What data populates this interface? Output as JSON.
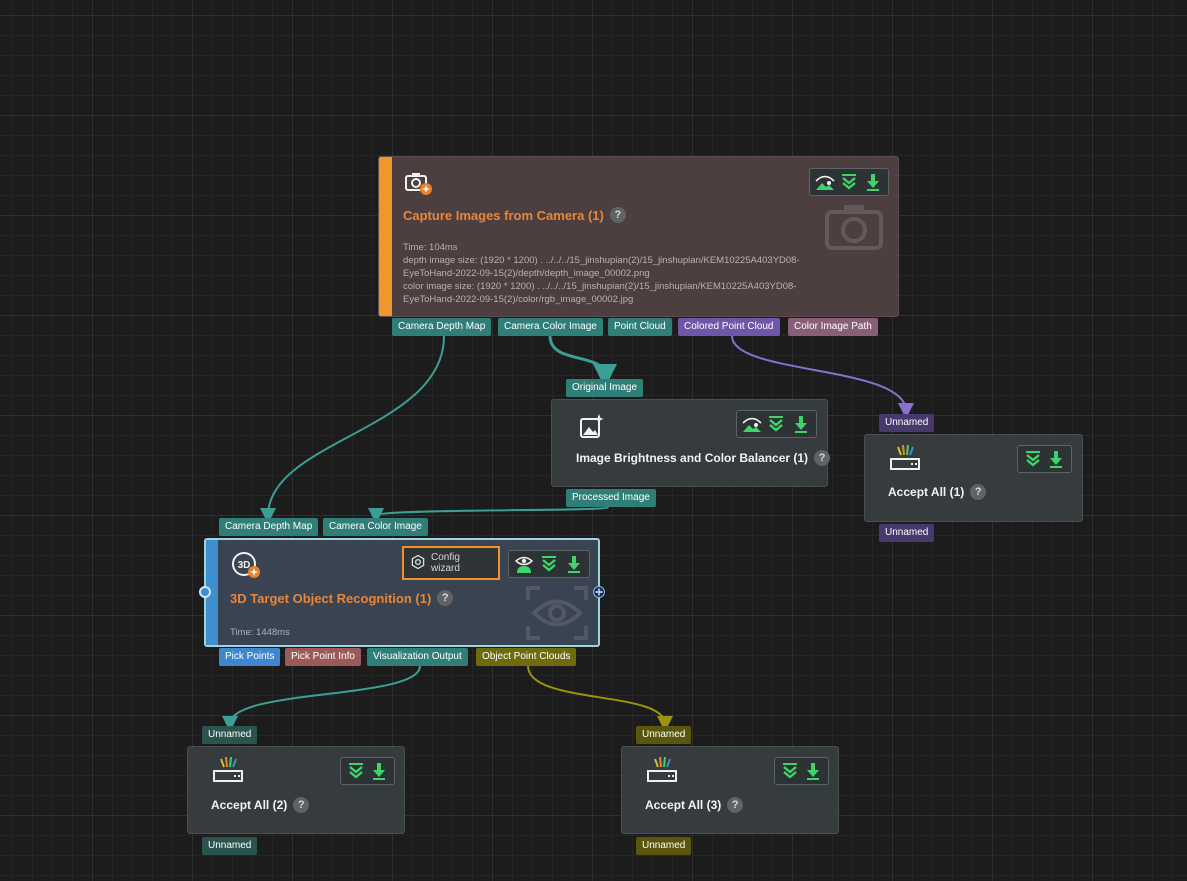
{
  "nodes": {
    "capture": {
      "title": "Capture Images from Camera (1)",
      "time": "Time: 104ms",
      "depth_line1": "depth image size: (1920 * 1200) . ../../../15_jinshupian(2)/15_jinshupian/KEM10225A403YD08-",
      "depth_line2": "EyeToHand-2022-09-15(2)/depth/depth_image_00002.png",
      "color_line1": "color image size: (1920 * 1200) . ../../../15_jinshupian(2)/15_jinshupian/KEM10225A403YD08-",
      "color_line2": "EyeToHand-2022-09-15(2)/color/rgb_image_00002.jpg",
      "outputs": [
        "Camera Depth Map",
        "Camera Color Image",
        "Point Cloud",
        "Colored Point Cloud",
        "Color Image Path"
      ]
    },
    "brightness": {
      "title": "Image Brightness and Color Balancer (1)",
      "input": "Original Image",
      "output": "Processed Image"
    },
    "accept1": {
      "title": "Accept All (1)",
      "input": "Unnamed",
      "output": "Unnamed"
    },
    "recognition": {
      "title": "3D Target Object Recognition (1)",
      "time": "Time: 1448ms",
      "config_label": "Config wizard",
      "inputs": [
        "Camera Depth Map",
        "Camera Color Image"
      ],
      "outputs": [
        "Pick Points",
        "Pick Point Info",
        "Visualization Output",
        "Object Point Clouds"
      ]
    },
    "accept2": {
      "title": "Accept All (2)",
      "input": "Unnamed",
      "output": "Unnamed"
    },
    "accept3": {
      "title": "Accept All (3)",
      "input": "Unnamed",
      "output": "Unnamed"
    }
  },
  "help_symbol": "?",
  "icons": [
    "camera-icon",
    "image-sparkle-icon",
    "3d-recognition-icon",
    "accept-all-icon",
    "visualize-icon",
    "eye-icon",
    "collapse-icon",
    "download-icon",
    "settings-icon"
  ],
  "colors": {
    "canvas": "#1c1c1c",
    "port_teal": "#2f7f78",
    "port_purple": "#6f56a8",
    "port_olive": "#6f6a0e",
    "accent_orange": "#f0962a",
    "accent_blue": "#3e8ed0",
    "title_orange": "#e8863c",
    "icon_green": "#3fd46a"
  }
}
